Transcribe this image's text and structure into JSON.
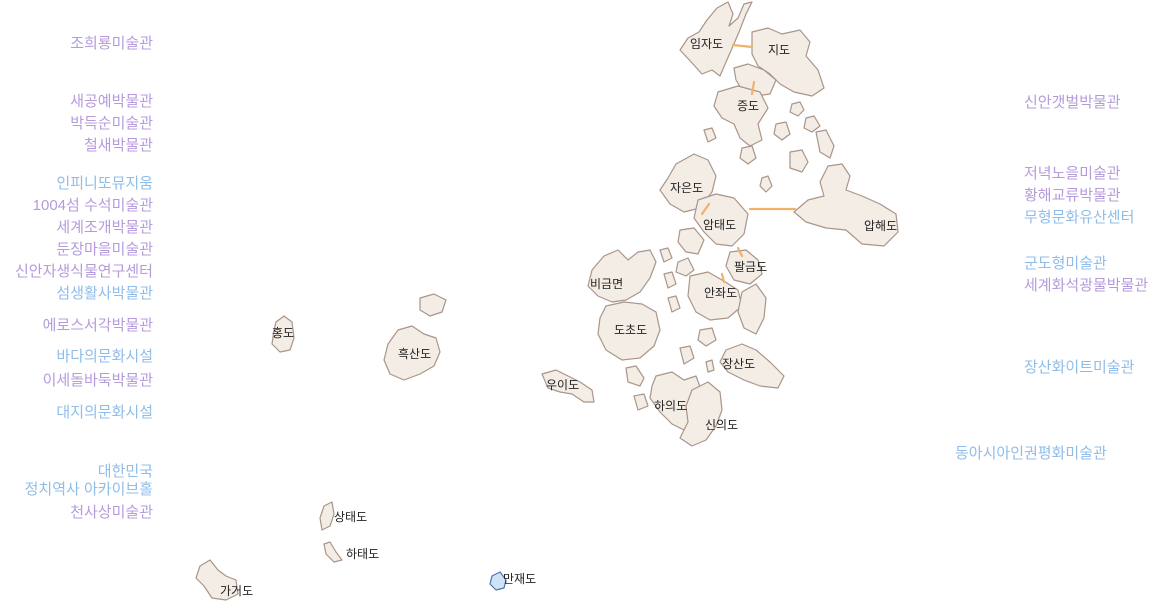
{
  "colors": {
    "purple": "#b59bdc",
    "blue": "#8fbde9",
    "island_fill": "#f4ede6",
    "bridge": "#f0b26a"
  },
  "islands": {
    "imja": "임자도",
    "ji": "지도",
    "jeung": "증도",
    "jaeun": "자은도",
    "amtae": "암태도",
    "aphae": "압해도",
    "palgeum": "팔금도",
    "bigeum": "비금면",
    "anjwa": "안좌도",
    "docho": "도초도",
    "hong": "홍도",
    "heuksan": "흑산도",
    "ui": "우이도",
    "jangsan": "장산도",
    "haui": "하의도",
    "sinui": "신의도",
    "sangtae": "상태도",
    "hatae": "하태도",
    "gageo": "가거도",
    "manjae": "만재도"
  },
  "museums_left": [
    {
      "label": "조희룡미술관",
      "color": "purple"
    },
    {
      "label": "새공예박물관",
      "color": "purple"
    },
    {
      "label": "박득순미술관",
      "color": "purple"
    },
    {
      "label": "철새박물관",
      "color": "purple"
    },
    {
      "label": "인피니또뮤지움",
      "color": "blue"
    },
    {
      "label": "1004섬 수석미술관",
      "color": "purple"
    },
    {
      "label": "세계조개박물관",
      "color": "purple"
    },
    {
      "label": "둔장마을미술관",
      "color": "purple"
    },
    {
      "label": "신안자생식물연구센터",
      "color": "purple"
    },
    {
      "label": "섬생활사박물관",
      "color": "blue"
    },
    {
      "label": "에로스서각박물관",
      "color": "purple"
    },
    {
      "label": "바다의문화시설",
      "color": "blue"
    },
    {
      "label": "이세돌바둑박물관",
      "color": "purple"
    },
    {
      "label": "대지의문화시설",
      "color": "blue"
    },
    {
      "label": "대한민국",
      "color": "blue"
    },
    {
      "label": "정치역사 아카이브홀",
      "color": "blue"
    },
    {
      "label": "천사상미술관",
      "color": "purple"
    }
  ],
  "museums_right": [
    {
      "label": "신안갯벌박물관",
      "color": "purple"
    },
    {
      "label": "저녁노을미술관",
      "color": "purple"
    },
    {
      "label": "황해교류박물관",
      "color": "purple"
    },
    {
      "label": "무형문화유산센터",
      "color": "blue"
    },
    {
      "label": "군도형미술관",
      "color": "blue"
    },
    {
      "label": "세계화석광물박물관",
      "color": "purple"
    },
    {
      "label": "장산화이트미술관",
      "color": "blue"
    },
    {
      "label": "동아시아인권평화미술관",
      "color": "blue"
    }
  ]
}
